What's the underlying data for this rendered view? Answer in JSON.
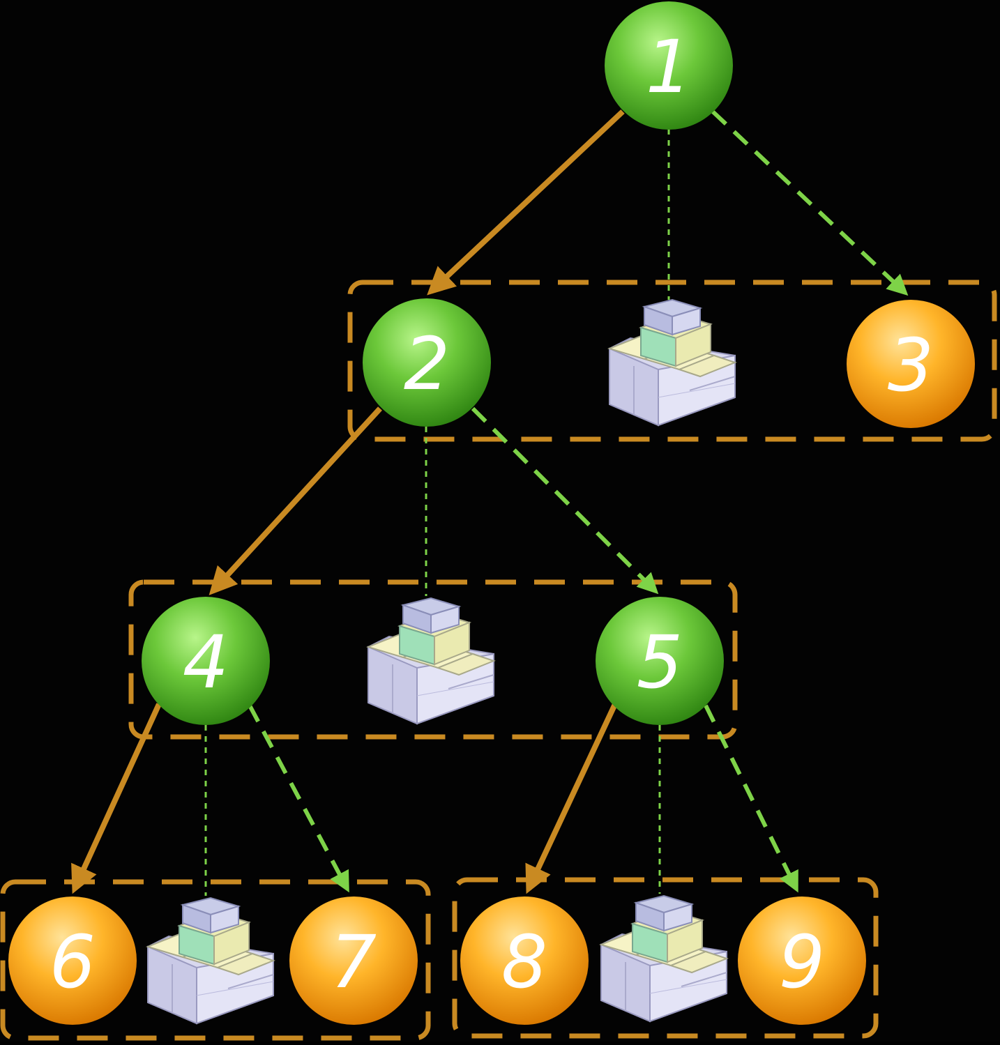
{
  "colors": {
    "background": "#030303",
    "green_node_light": "#9be86a",
    "green_node_dark": "#3c9a1a",
    "orange_node_light": "#ffd56a",
    "orange_node_dark": "#e88a00",
    "solid_edge": "#c98a22",
    "dashed_edge": "#7ed348",
    "group_box": "#c98a22",
    "node_text": "#ffffff"
  },
  "nodes": [
    {
      "id": "n1",
      "label": "1",
      "kind": "internal"
    },
    {
      "id": "n2",
      "label": "2",
      "kind": "internal"
    },
    {
      "id": "n3",
      "label": "3",
      "kind": "leaf"
    },
    {
      "id": "n4",
      "label": "4",
      "kind": "internal"
    },
    {
      "id": "n5",
      "label": "5",
      "kind": "internal"
    },
    {
      "id": "n6",
      "label": "6",
      "kind": "leaf"
    },
    {
      "id": "n7",
      "label": "7",
      "kind": "leaf"
    },
    {
      "id": "n8",
      "label": "8",
      "kind": "leaf"
    },
    {
      "id": "n9",
      "label": "9",
      "kind": "leaf"
    }
  ],
  "edges": [
    {
      "from": "n1",
      "to": "n2",
      "style": "solid"
    },
    {
      "from": "n1",
      "to": "n3",
      "style": "dashed"
    },
    {
      "from": "n2",
      "to": "n4",
      "style": "solid"
    },
    {
      "from": "n2",
      "to": "n5",
      "style": "dashed"
    },
    {
      "from": "n4",
      "to": "n6",
      "style": "solid"
    },
    {
      "from": "n4",
      "to": "n7",
      "style": "dashed"
    },
    {
      "from": "n5",
      "to": "n8",
      "style": "solid"
    },
    {
      "from": "n5",
      "to": "n9",
      "style": "dashed"
    }
  ],
  "splitters": [
    {
      "parent": "n1",
      "icon": "stacked-cubes-icon"
    },
    {
      "parent": "n2",
      "icon": "stacked-cubes-icon"
    },
    {
      "parent": "n4",
      "icon": "stacked-cubes-icon"
    },
    {
      "parent": "n5",
      "icon": "stacked-cubes-icon"
    }
  ],
  "groups": [
    {
      "parent": "n1",
      "members": [
        "n2",
        "n3"
      ]
    },
    {
      "parent": "n2",
      "members": [
        "n4",
        "n5"
      ]
    },
    {
      "parent": "n4",
      "members": [
        "n6",
        "n7"
      ]
    },
    {
      "parent": "n5",
      "members": [
        "n8",
        "n9"
      ]
    }
  ]
}
